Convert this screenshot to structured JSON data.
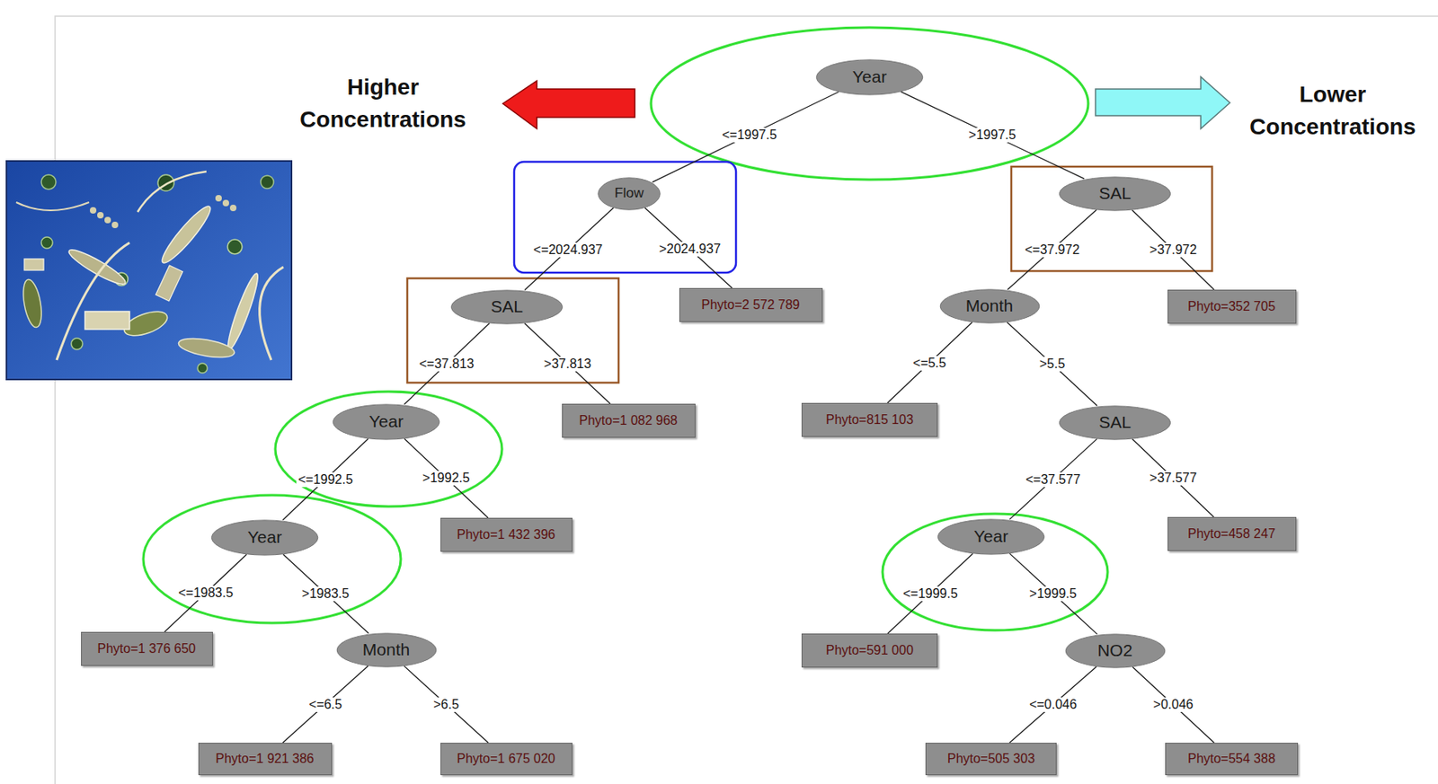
{
  "diagram": {
    "nodes": [
      {
        "text": [
          "Year"
        ]
      },
      {
        "text": [
          "Flow"
        ]
      },
      {
        "text": [
          "SAL"
        ]
      },
      {
        "text": [
          "SAL"
        ]
      },
      {
        "text": [
          "Phyto=2 572 789"
        ]
      },
      {
        "text": [
          "Month"
        ]
      },
      {
        "text": [
          "Phyto=352 705"
        ]
      },
      {
        "text": [
          "Year"
        ]
      },
      {
        "text": [
          "Phyto=1 082 968"
        ]
      },
      {
        "text": [
          "Phyto=815 103"
        ]
      },
      {
        "text": [
          "SAL"
        ]
      },
      {
        "text": [
          "Year"
        ]
      },
      {
        "text": [
          "Phyto=1 432 396"
        ]
      },
      {
        "text": [
          "Year"
        ]
      },
      {
        "text": [
          "Phyto=458 247"
        ]
      },
      {
        "text": [
          "Phyto=1 376 650"
        ]
      },
      {
        "text": [
          "Month"
        ]
      },
      {
        "text": [
          "Phyto=591 000"
        ]
      },
      {
        "text": [
          "NO2"
        ]
      },
      {
        "text": [
          "Phyto=1 921 386"
        ]
      },
      {
        "text": [
          "Phyto=1 675 020"
        ]
      },
      {
        "text": [
          "Phyto=505 303"
        ]
      },
      {
        "text": [
          "Phyto=554 388"
        ]
      }
    ],
    "edges": [
      {
        "from": 0,
        "to": 1,
        "label": "<=1997.5",
        "arrow": "none"
      },
      {
        "from": 0,
        "to": 2,
        "label": ">1997.5",
        "arrow": "none"
      },
      {
        "from": 1,
        "to": 3,
        "label": "<=2024.937",
        "arrow": "none"
      },
      {
        "from": 1,
        "to": 4,
        "label": ">2024.937",
        "arrow": "none"
      },
      {
        "from": 2,
        "to": 5,
        "label": "<=37.972",
        "arrow": "none"
      },
      {
        "from": 2,
        "to": 6,
        "label": ">37.972",
        "arrow": "none"
      },
      {
        "from": 3,
        "to": 7,
        "label": "<=37.813",
        "arrow": "none"
      },
      {
        "from": 3,
        "to": 8,
        "label": ">37.813",
        "arrow": "none"
      },
      {
        "from": 5,
        "to": 9,
        "label": "<=5.5",
        "arrow": "none"
      },
      {
        "from": 5,
        "to": 10,
        "label": ">5.5",
        "arrow": "none"
      },
      {
        "from": 7,
        "to": 11,
        "label": "<=1992.5",
        "arrow": "none"
      },
      {
        "from": 7,
        "to": 12,
        "label": ">1992.5",
        "arrow": "none"
      },
      {
        "from": 10,
        "to": 13,
        "label": "<=37.577",
        "arrow": "none"
      },
      {
        "from": 10,
        "to": 14,
        "label": ">37.577",
        "arrow": "none"
      },
      {
        "from": 11,
        "to": 15,
        "label": "<=1983.5",
        "arrow": "none"
      },
      {
        "from": 11,
        "to": 16,
        "label": ">1983.5",
        "arrow": "none"
      },
      {
        "from": 13,
        "to": 17,
        "label": "<=1999.5",
        "arrow": "none"
      },
      {
        "from": 13,
        "to": 18,
        "label": ">1999.5",
        "arrow": "none"
      },
      {
        "from": 16,
        "to": 19,
        "label": "<=6.5",
        "arrow": "none"
      },
      {
        "from": 16,
        "to": 20,
        "label": ">6.5",
        "arrow": "none"
      },
      {
        "from": 18,
        "to": 21,
        "label": "<=0.046",
        "arrow": "none"
      },
      {
        "from": 18,
        "to": 22,
        "label": ">0.046",
        "arrow": "none"
      }
    ],
    "labels": [
      "Higher Concentrations",
      "Lower Concentrations"
    ]
  }
}
